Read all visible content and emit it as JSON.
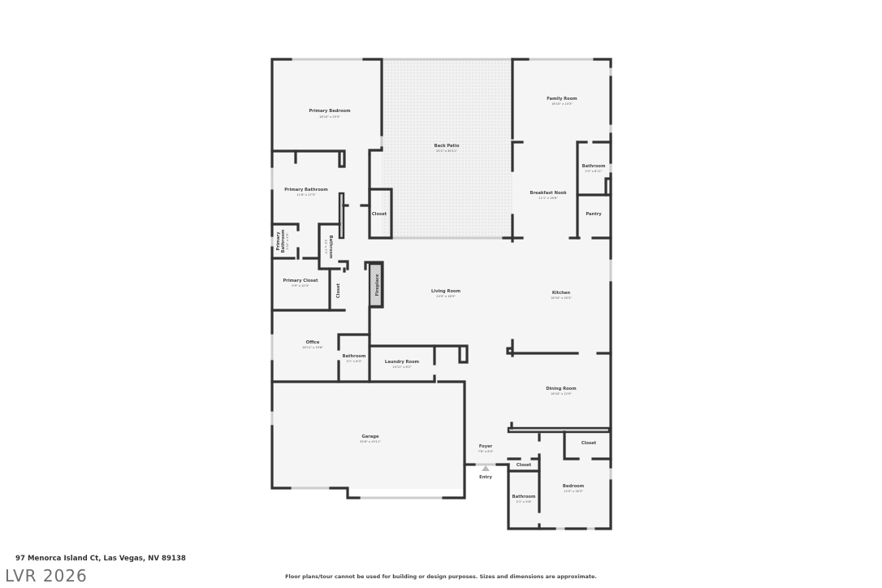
{
  "colors": {
    "wall": "#333333",
    "floor": "#f5f5f5",
    "patio_pattern": "#e6e6e6",
    "window": "#cccccc",
    "text": "#444444"
  },
  "rooms": {
    "primary_bedroom": {
      "name": "Primary Bedroom",
      "dim": "18'10\" x 25'3\""
    },
    "back_patio": {
      "name": "Back Patio",
      "dim": "25'1\" x 30'11\""
    },
    "family_room": {
      "name": "Family Room",
      "dim": "16'10\" x 14'3\""
    },
    "bathroom_ne": {
      "name": "Bathroom",
      "dim": "5'5\" x 8'11\""
    },
    "breakfast_nook": {
      "name": "Breakfast Nook",
      "dim": "11'1\" x 16'6\""
    },
    "pantry": {
      "name": "Pantry"
    },
    "primary_bathroom": {
      "name": "Primary Bathroom",
      "dim": "11'6\" x 17'3\""
    },
    "closet_patio": {
      "name": "Closet"
    },
    "primary_bathroom_small": {
      "name1": "Primary",
      "name2": "Bathroom",
      "dim": "3'10\" x 5'5\""
    },
    "bathroom_small": {
      "name": "Bathroom",
      "dim": "3'2\" x 7'7\""
    },
    "primary_closet": {
      "name": "Primary Closet",
      "dim": "9'9\" x 10'3\""
    },
    "closet_vertical": {
      "name": "Closet"
    },
    "fireplace": {
      "name": "Fireplace"
    },
    "living_room": {
      "name": "Living Room",
      "dim": "24'9\" x 18'9\""
    },
    "kitchen": {
      "name": "Kitchen",
      "dim": "16'10\" x 20'3\""
    },
    "office": {
      "name": "Office",
      "dim": "16'11\" x 19'8\""
    },
    "bathroom_office": {
      "name": "Bathroom",
      "dim": "5'1\" x 8'3\""
    },
    "laundry_room": {
      "name": "Laundry Room",
      "dim": "10'11\" x 6'2\""
    },
    "dining_room": {
      "name": "Dining Room",
      "dim": "16'10\" x 12'9\""
    },
    "garage": {
      "name": "Garage",
      "dim": "33'6\" x 19'11\""
    },
    "foyer": {
      "name": "Foyer",
      "dim": "7'6\" x 6'4\""
    },
    "entry": {
      "name": "Entry"
    },
    "closet_se": {
      "name": "Closet"
    },
    "closet_foyer": {
      "name": "Closet"
    },
    "bathroom_se": {
      "name": "Bathroom",
      "dim": "5'1\" x 9'8\""
    },
    "bedroom": {
      "name": "Bedroom",
      "dim": "12'0\" x 16'3\""
    }
  },
  "footer": {
    "address": "97 Menorca Island Ct, Las Vegas, NV 89138",
    "watermark": "LVR 2026",
    "disclaimer": "Floor plans/tour cannot be used for building or design purposes. Sizes and dimensions are approximate."
  }
}
